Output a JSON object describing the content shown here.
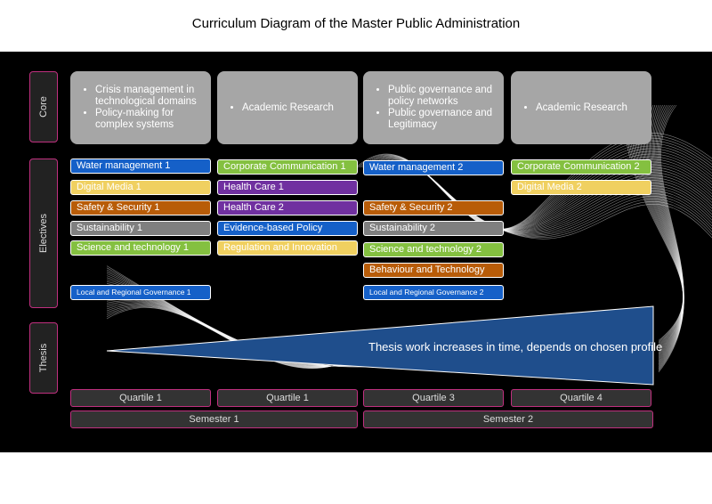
{
  "title": "Curriculum Diagram of the Master Public Administration",
  "row_labels": {
    "core": "Core",
    "electives": "Electives",
    "thesis": "Thesis"
  },
  "core": [
    {
      "items": [
        "Crisis management in technological domains",
        "Policy-making for complex systems"
      ]
    },
    {
      "items": [
        "Academic Research"
      ]
    },
    {
      "items": [
        "Public governance and policy networks",
        "Public governance and Legitimacy"
      ]
    },
    {
      "items": [
        "Academic Research"
      ]
    }
  ],
  "electives": {
    "col1": [
      {
        "label": "Water management 1",
        "color": "#1560c8"
      },
      {
        "label": "Digital Media 1",
        "color": "#f0d060"
      },
      {
        "label": "Safety & Security 1",
        "color": "#b85c08"
      },
      {
        "label": "Sustainability 1",
        "color": "#7f7f7f"
      },
      {
        "label": "Science and technology 1",
        "color": "#84c040"
      },
      {
        "label": "Local and Regional Governance 1",
        "color": "#1560c8"
      }
    ],
    "col2": [
      {
        "label": "Corporate Communication 1",
        "color": "#84c040"
      },
      {
        "label": "Health Care 1",
        "color": "#7030a0"
      },
      {
        "label": "Health Care 2",
        "color": "#7030a0"
      },
      {
        "label": "Evidence-based Policy",
        "color": "#1560c8"
      },
      {
        "label": "Regulation and Innovation",
        "color": "#f0d060"
      }
    ],
    "col3": [
      {
        "label": "Water management 2",
        "color": "#1560c8"
      },
      {
        "label": "Safety & Security 2",
        "color": "#b85c08"
      },
      {
        "label": "Sustainability 2",
        "color": "#7f7f7f"
      },
      {
        "label": "Science and technology 2",
        "color": "#84c040"
      },
      {
        "label": "Behaviour and Technology",
        "color": "#b85c08"
      },
      {
        "label": "Local and Regional Governance 2",
        "color": "#1560c8"
      }
    ],
    "col4": [
      {
        "label": "Corporate Communication 2",
        "color": "#84c040"
      },
      {
        "label": "Digital Media 2",
        "color": "#f0d060"
      }
    ]
  },
  "thesis": {
    "text": "Thesis work increases in time, depends on chosen profile",
    "color": "#1f4e8c"
  },
  "quartiles": [
    "Quartile 1",
    "Quartile 1",
    "Quartile 3",
    "Quartile 4"
  ],
  "semesters": [
    "Semester 1",
    "Semester 2"
  ]
}
